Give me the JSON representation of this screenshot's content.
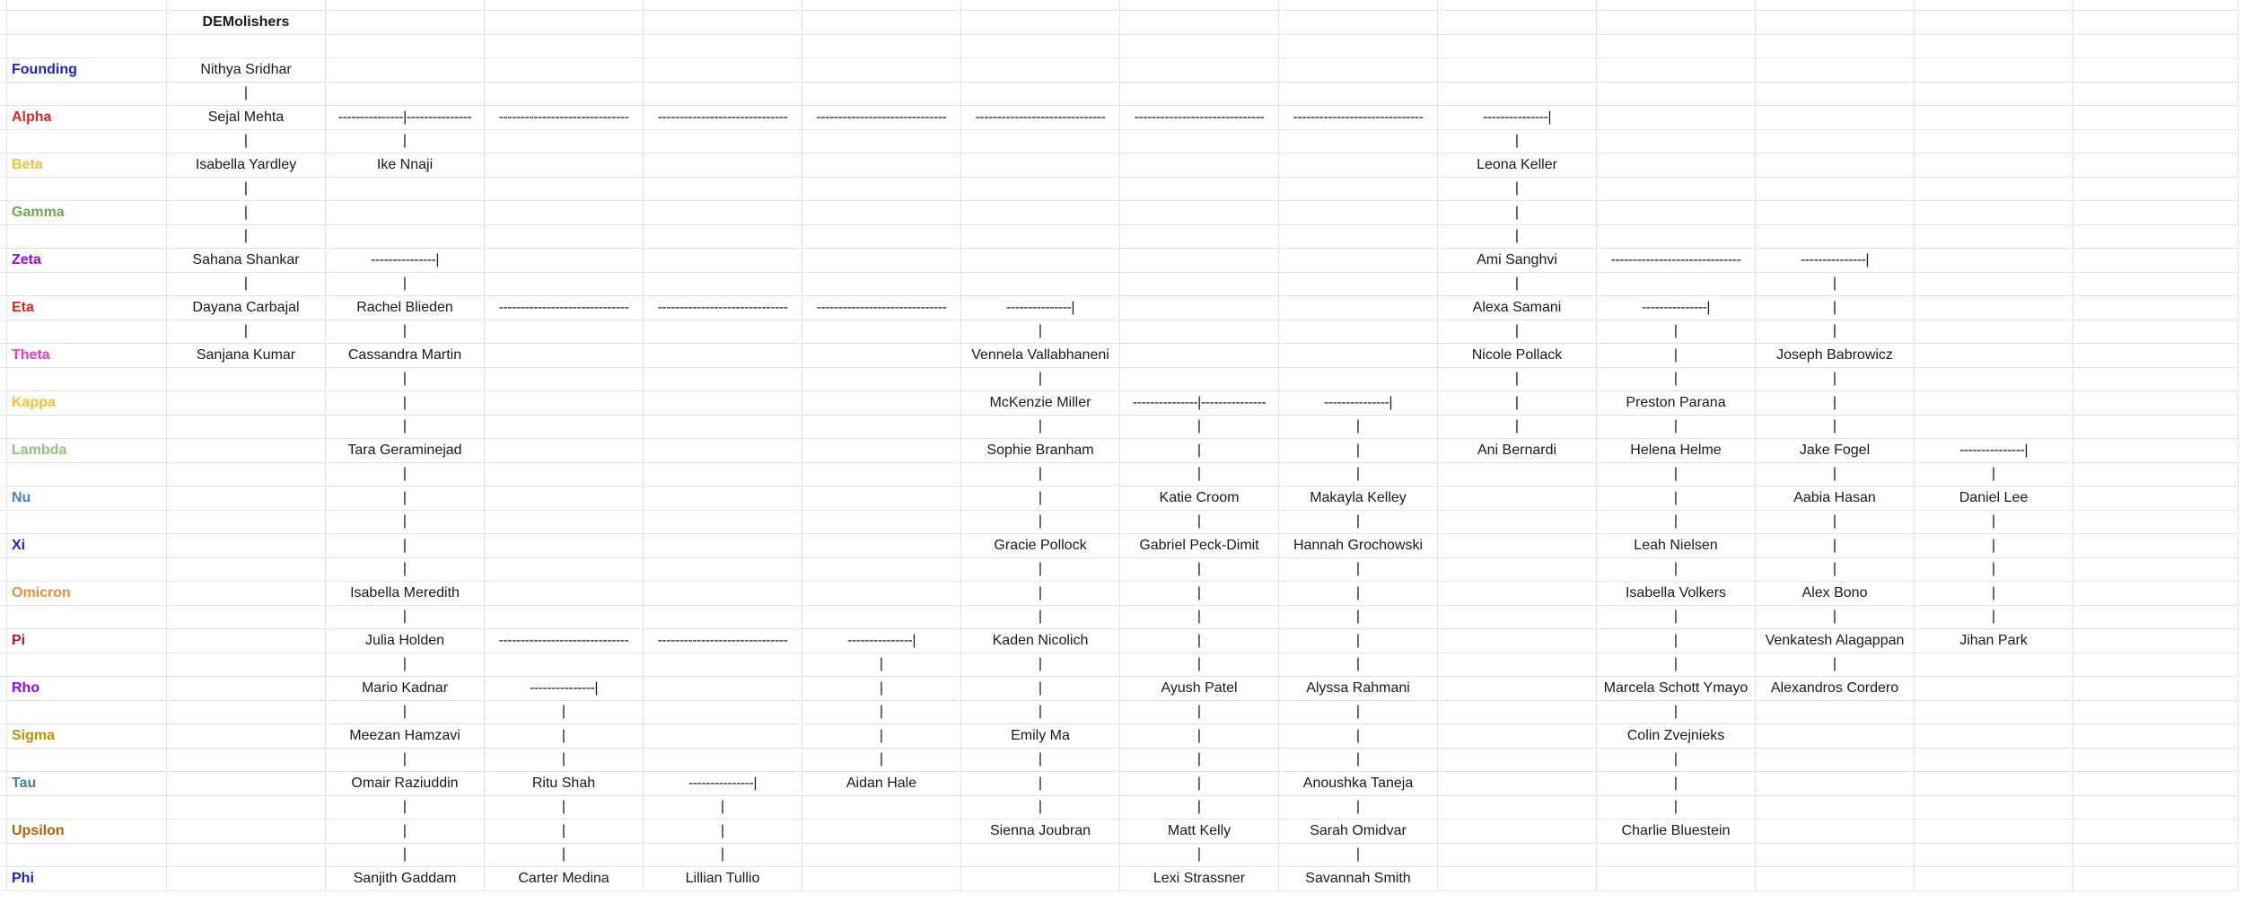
{
  "sheet_title": "DEMolishers",
  "rows": [
    {
      "label": "",
      "label_color": "",
      "cells": [
        "DEMolishers",
        "",
        "",
        "",
        "",
        "",
        "",
        "",
        "",
        "",
        "",
        "",
        ""
      ]
    },
    {
      "label": "",
      "label_color": "",
      "cells": [
        "",
        "",
        "",
        "",
        "",
        "",
        "",
        "",
        "",
        "",
        "",
        "",
        ""
      ]
    },
    {
      "label": "Founding",
      "label_color": "#1b1fd6",
      "cells": [
        "Nithya Sridhar",
        "",
        "",
        "",
        "",
        "",
        "",
        "",
        "",
        "",
        "",
        "",
        ""
      ]
    },
    {
      "label": "",
      "label_color": "",
      "cells": [
        "|",
        "",
        "",
        "",
        "",
        "",
        "",
        "",
        "",
        "",
        "",
        "",
        ""
      ]
    },
    {
      "label": "Alpha",
      "label_color": "#e0231c",
      "cells": [
        "Sejal Mehta",
        "---------------|---------------",
        "------------------------------",
        "------------------------------",
        "------------------------------",
        "------------------------------",
        "------------------------------",
        "------------------------------",
        "---------------|",
        "",
        "",
        "",
        ""
      ]
    },
    {
      "label": "",
      "label_color": "",
      "cells": [
        "|",
        "|",
        "",
        "",
        "",
        "",
        "",
        "",
        "|",
        "",
        "",
        "",
        ""
      ]
    },
    {
      "label": "Beta",
      "label_color": "#f1c232",
      "cells": [
        "Isabella Yardley",
        "Ike Nnaji",
        "",
        "",
        "",
        "",
        "",
        "",
        "Leona Keller",
        "",
        "",
        "",
        ""
      ]
    },
    {
      "label": "",
      "label_color": "",
      "cells": [
        "|",
        "",
        "",
        "",
        "",
        "",
        "",
        "",
        "|",
        "",
        "",
        "",
        ""
      ]
    },
    {
      "label": "Gamma",
      "label_color": "#6aa84f",
      "cells": [
        "|",
        "",
        "",
        "",
        "",
        "",
        "",
        "",
        "|",
        "",
        "",
        "",
        ""
      ]
    },
    {
      "label": "",
      "label_color": "",
      "cells": [
        "|",
        "",
        "",
        "",
        "",
        "",
        "",
        "",
        "|",
        "",
        "",
        "",
        ""
      ]
    },
    {
      "label": "Zeta",
      "label_color": "#9900ff",
      "cells": [
        "Sahana Shankar",
        "---------------|",
        "",
        "",
        "",
        "",
        "",
        "",
        "Ami Sanghvi",
        "------------------------------",
        "---------------|",
        "",
        ""
      ]
    },
    {
      "label": "",
      "label_color": "",
      "cells": [
        "|",
        "|",
        "",
        "",
        "",
        "",
        "",
        "",
        "|",
        "",
        "|",
        "",
        ""
      ]
    },
    {
      "label": "Eta",
      "label_color": "#e0231c",
      "cells": [
        "Dayana Carbajal",
        "Rachel Blieden",
        "------------------------------",
        "------------------------------",
        "------------------------------",
        "---------------|",
        "",
        "",
        "Alexa Samani",
        "---------------|",
        "|",
        "",
        ""
      ]
    },
    {
      "label": "",
      "label_color": "",
      "cells": [
        "|",
        "|",
        "",
        "",
        "",
        "|",
        "",
        "",
        "|",
        "|",
        "|",
        "",
        ""
      ]
    },
    {
      "label": "Theta",
      "label_color": "#e63ad6",
      "cells": [
        "Sanjana Kumar",
        "Cassandra Martin",
        "",
        "",
        "",
        "Vennela Vallabhaneni",
        "",
        "",
        "Nicole Pollack",
        "|",
        "Joseph Babrowicz",
        "",
        ""
      ]
    },
    {
      "label": "",
      "label_color": "",
      "cells": [
        "",
        "|",
        "",
        "",
        "",
        "|",
        "",
        "",
        "|",
        "|",
        "|",
        "",
        ""
      ]
    },
    {
      "label": "Kappa",
      "label_color": "#f1c232",
      "cells": [
        "",
        "|",
        "",
        "",
        "",
        "McKenzie Miller",
        "---------------|---------------",
        "---------------|",
        "|",
        "Preston Parana",
        "|",
        "",
        ""
      ]
    },
    {
      "label": "",
      "label_color": "",
      "cells": [
        "",
        "|",
        "",
        "",
        "",
        "|",
        "|",
        "|",
        "|",
        "|",
        "|",
        "",
        ""
      ]
    },
    {
      "label": "Lambda",
      "label_color": "#93c47d",
      "cells": [
        "",
        "Tara Geraminejad",
        "",
        "",
        "",
        "Sophie Branham",
        "|",
        "|",
        "Ani Bernardi",
        "Helena Helme",
        "Jake Fogel",
        "---------------|",
        ""
      ]
    },
    {
      "label": "",
      "label_color": "",
      "cells": [
        "",
        "|",
        "",
        "",
        "",
        "|",
        "|",
        "|",
        "",
        "|",
        "|",
        "|",
        ""
      ]
    },
    {
      "label": "Nu",
      "label_color": "#3d85c6",
      "cells": [
        "",
        "|",
        "",
        "",
        "",
        "|",
        "Katie Croom",
        "Makayla Kelley",
        "",
        "|",
        "Aabia Hasan",
        "Daniel Lee",
        ""
      ]
    },
    {
      "label": "",
      "label_color": "",
      "cells": [
        "",
        "|",
        "",
        "",
        "",
        "|",
        "|",
        "|",
        "",
        "|",
        "|",
        "|",
        ""
      ]
    },
    {
      "label": "Xi",
      "label_color": "#1b1fd6",
      "cells": [
        "",
        "|",
        "",
        "",
        "",
        "Gracie Pollock",
        "Gabriel Peck-Dimit",
        "Hannah Grochowski",
        "",
        "Leah Nielsen",
        "|",
        "|",
        ""
      ]
    },
    {
      "label": "",
      "label_color": "",
      "cells": [
        "",
        "|",
        "",
        "",
        "",
        "|",
        "|",
        "|",
        "",
        "|",
        "|",
        "|",
        ""
      ]
    },
    {
      "label": "Omicron",
      "label_color": "#e69138",
      "cells": [
        "",
        "Isabella Meredith",
        "",
        "",
        "",
        "|",
        "|",
        "|",
        "",
        "Isabella Volkers",
        "Alex Bono",
        "|",
        ""
      ]
    },
    {
      "label": "",
      "label_color": "",
      "cells": [
        "",
        "|",
        "",
        "",
        "",
        "|",
        "|",
        "|",
        "",
        "|",
        "|",
        "|",
        ""
      ]
    },
    {
      "label": "Pi",
      "label_color": "#a61c1c",
      "cells": [
        "",
        "Julia Holden",
        "------------------------------",
        "------------------------------",
        "---------------|",
        "Kaden Nicolich",
        "|",
        "|",
        "",
        "|",
        "Venkatesh Alagappan",
        "Jihan Park",
        ""
      ]
    },
    {
      "label": "",
      "label_color": "",
      "cells": [
        "",
        "|",
        "",
        "",
        "|",
        "|",
        "|",
        "|",
        "",
        "|",
        "|",
        "",
        ""
      ]
    },
    {
      "label": "Rho",
      "label_color": "#9900ff",
      "cells": [
        "",
        "Mario Kadnar",
        "---------------|",
        "",
        "|",
        "|",
        "Ayush Patel",
        "Alyssa Rahmani",
        "",
        "Marcela Schott Ymayo",
        "Alexandros Cordero",
        "",
        ""
      ]
    },
    {
      "label": "",
      "label_color": "",
      "cells": [
        "",
        "|",
        "|",
        "",
        "|",
        "|",
        "|",
        "|",
        "",
        "|",
        "",
        "",
        ""
      ]
    },
    {
      "label": "Sigma",
      "label_color": "#bf9000",
      "cells": [
        "",
        "Meezan Hamzavi",
        "|",
        "",
        "|",
        "Emily Ma",
        "|",
        "|",
        "",
        "Colin Zvejnieks",
        "",
        "",
        ""
      ]
    },
    {
      "label": "",
      "label_color": "",
      "cells": [
        "",
        "|",
        "|",
        "",
        "|",
        "|",
        "|",
        "|",
        "",
        "|",
        "",
        "",
        ""
      ]
    },
    {
      "label": "Tau",
      "label_color": "#45818e",
      "cells": [
        "",
        "Omair Raziuddin",
        "Ritu Shah",
        "---------------|",
        "Aidan Hale",
        "|",
        "|",
        "Anoushka Taneja",
        "",
        "|",
        "",
        "",
        ""
      ]
    },
    {
      "label": "",
      "label_color": "",
      "cells": [
        "",
        "|",
        "|",
        "|",
        "",
        "|",
        "|",
        "|",
        "",
        "|",
        "",
        "",
        ""
      ]
    },
    {
      "label": "Upsilon",
      "label_color": "#b45f06",
      "cells": [
        "",
        "|",
        "|",
        "|",
        "",
        "Sienna Joubran",
        "Matt Kelly",
        "Sarah Omidvar",
        "",
        "Charlie Bluestein",
        "",
        "",
        ""
      ]
    },
    {
      "label": "",
      "label_color": "",
      "cells": [
        "",
        "|",
        "|",
        "|",
        "",
        "",
        "|",
        "|",
        "",
        "",
        "",
        "",
        ""
      ]
    },
    {
      "label": "Phi",
      "label_color": "#1b1fd6",
      "cells": [
        "",
        "Sanjith Gaddam",
        "Carter Medina",
        "Lillian Tullio",
        "",
        "",
        "Lexi Strassner",
        "Savannah Smith",
        "",
        "",
        "",
        "",
        ""
      ]
    }
  ]
}
